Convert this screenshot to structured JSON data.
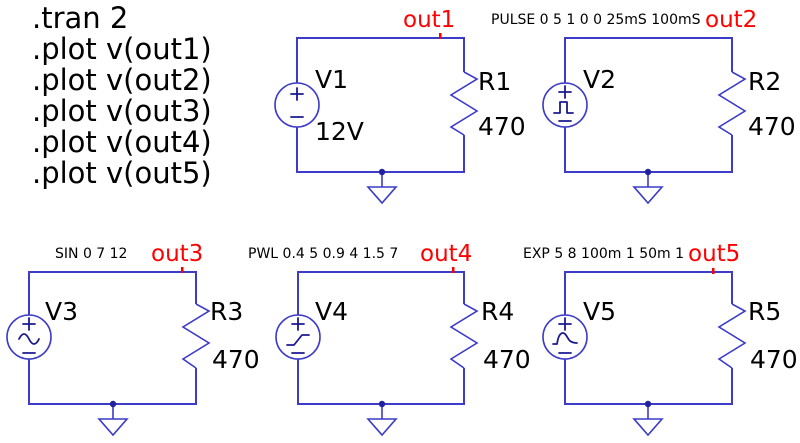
{
  "colors": {
    "wire": "#3c3cc8",
    "symbol_detail": "#1a1a8e",
    "junction_dot": "#2222a0",
    "text": "#000000",
    "node_label": "#ff0000",
    "background": "#ffffff"
  },
  "directives": {
    "lines": [
      ".tran 2",
      ".plot v(out1)",
      ".plot v(out2)",
      ".plot v(out3)",
      ".plot v(out4)",
      ".plot v(out5)"
    ]
  },
  "circuits": [
    {
      "name": "circuit-1",
      "node_label": "out1",
      "source": {
        "designator": "V1",
        "value": "12V",
        "waveform_icon": "dc-source-icon"
      },
      "resistor": {
        "designator": "R1",
        "value": "470"
      },
      "ground": "ground-symbol"
    },
    {
      "name": "circuit-2",
      "node_label": "out2",
      "source": {
        "designator": "V2",
        "value": "PULSE 0 5 1 0 0 25mS 100mS",
        "waveform_icon": "pulse-source-icon"
      },
      "resistor": {
        "designator": "R2",
        "value": "470"
      },
      "ground": "ground-symbol"
    },
    {
      "name": "circuit-3",
      "node_label": "out3",
      "source": {
        "designator": "V3",
        "value": "SIN 0 7 12",
        "waveform_icon": "sine-source-icon"
      },
      "resistor": {
        "designator": "R3",
        "value": "470"
      },
      "ground": "ground-symbol"
    },
    {
      "name": "circuit-4",
      "node_label": "out4",
      "source": {
        "designator": "V4",
        "value": "PWL 0.4 5 0.9 4 1.5 7",
        "waveform_icon": "pwl-source-icon"
      },
      "resistor": {
        "designator": "R4",
        "value": "470"
      },
      "ground": "ground-symbol"
    },
    {
      "name": "circuit-5",
      "node_label": "out5",
      "source": {
        "designator": "V5",
        "value": "EXP 5 8 100m 1 50m 1",
        "waveform_icon": "exp-source-icon"
      },
      "resistor": {
        "designator": "R5",
        "value": "470"
      },
      "ground": "ground-symbol"
    }
  ]
}
